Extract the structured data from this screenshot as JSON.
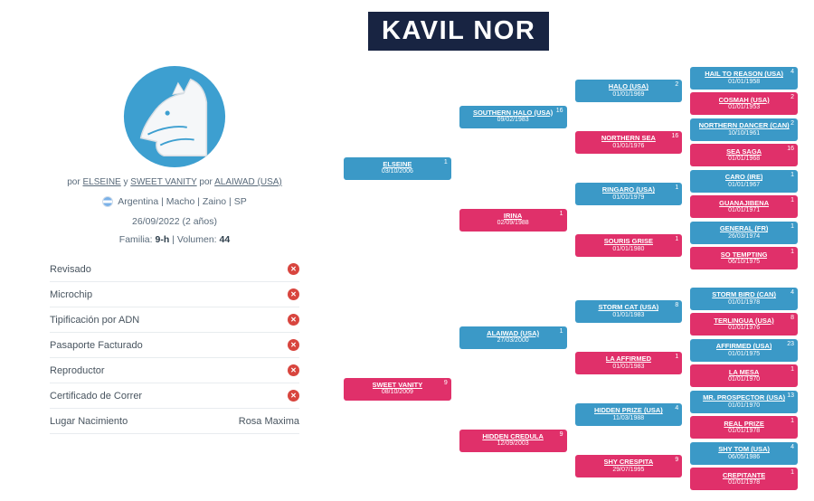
{
  "title": "KAVIL NOR",
  "profile": {
    "parentage": {
      "por1": "por",
      "sire": "ELSEINE",
      "y": "y",
      "dam": "SWEET VANITY",
      "por2": "por",
      "damsire": "ALAIWAD (USA)"
    },
    "origin": "Argentina | Macho | Zaino | SP",
    "birth": "26/09/2022 (2 años)",
    "family_label": "Familia:",
    "family_value": "9-h",
    "divider": "|",
    "volume_label": "Volumen:",
    "volume_value": "44"
  },
  "checklist": [
    {
      "label": "Revisado"
    },
    {
      "label": "Microchip"
    },
    {
      "label": "Tipificación por ADN"
    },
    {
      "label": "Pasaporte Facturado"
    },
    {
      "label": "Reproductor"
    },
    {
      "label": "Certificado de Correr"
    },
    {
      "label": "Lugar Nacimiento",
      "value": "Rosa Maxima"
    }
  ],
  "pedigree": {
    "gen1": [
      {
        "name": "ELSEINE",
        "date": "03/10/2006",
        "num": "1",
        "sex": "m"
      },
      {
        "name": "SWEET VANITY",
        "date": "08/10/2009",
        "num": "9",
        "sex": "f"
      }
    ],
    "gen2": [
      {
        "name": "SOUTHERN HALO (USA)",
        "date": "09/02/1983",
        "num": "16",
        "sex": "m"
      },
      {
        "name": "IRINA",
        "date": "02/09/1988",
        "num": "1",
        "sex": "f"
      },
      {
        "name": "ALAIWAD (USA)",
        "date": "27/03/2000",
        "num": "1",
        "sex": "m"
      },
      {
        "name": "HIDDEN CREDULA",
        "date": "12/09/2003",
        "num": "9",
        "sex": "f"
      }
    ],
    "gen3": [
      {
        "name": "HALO (USA)",
        "date": "01/01/1969",
        "num": "2",
        "sex": "m"
      },
      {
        "name": "NORTHERN SEA",
        "date": "01/01/1976",
        "num": "16",
        "sex": "f"
      },
      {
        "name": "RINGARO (USA)",
        "date": "01/01/1979",
        "num": "1",
        "sex": "m"
      },
      {
        "name": "SOURIS GRISE",
        "date": "01/01/1980",
        "num": "1",
        "sex": "f"
      },
      {
        "name": "STORM CAT (USA)",
        "date": "01/01/1983",
        "num": "8",
        "sex": "m"
      },
      {
        "name": "LA AFFIRMED",
        "date": "01/01/1983",
        "num": "1",
        "sex": "f"
      },
      {
        "name": "HIDDEN PRIZE (USA)",
        "date": "11/03/1988",
        "num": "4",
        "sex": "m"
      },
      {
        "name": "SHY CRESPITA",
        "date": "29/07/1995",
        "num": "9",
        "sex": "f"
      }
    ],
    "gen4": [
      {
        "name": "HAIL TO REASON (USA)",
        "date": "01/01/1958",
        "num": "4",
        "sex": "m"
      },
      {
        "name": "COSMAH (USA)",
        "date": "01/01/1953",
        "num": "2",
        "sex": "f"
      },
      {
        "name": "NORTHERN DANCER (CAN)",
        "date": "10/10/1961",
        "num": "2",
        "sex": "m"
      },
      {
        "name": "SEA SAGA",
        "date": "01/01/1968",
        "num": "16",
        "sex": "f"
      },
      {
        "name": "CARO (IRE)",
        "date": "01/01/1967",
        "num": "1",
        "sex": "m"
      },
      {
        "name": "GUANAJIBENA",
        "date": "01/01/1971",
        "num": "1",
        "sex": "f"
      },
      {
        "name": "GENERAL (FR)",
        "date": "26/03/1974",
        "num": "1",
        "sex": "m"
      },
      {
        "name": "SO TEMPTING",
        "date": "06/10/1975",
        "num": "1",
        "sex": "f"
      },
      {
        "name": "STORM BIRD (CAN)",
        "date": "01/01/1978",
        "num": "4",
        "sex": "m"
      },
      {
        "name": "TERLINGUA (USA)",
        "date": "01/01/1976",
        "num": "8",
        "sex": "f"
      },
      {
        "name": "AFFIRMED (USA)",
        "date": "01/01/1975",
        "num": "23",
        "sex": "m"
      },
      {
        "name": "LA MESA",
        "date": "01/01/1970",
        "num": "1",
        "sex": "f"
      },
      {
        "name": "MR. PROSPECTOR (USA)",
        "date": "01/01/1970",
        "num": "13",
        "sex": "m"
      },
      {
        "name": "REAL PRIZE",
        "date": "01/01/1978",
        "num": "1",
        "sex": "f"
      },
      {
        "name": "SHY TOM (USA)",
        "date": "06/05/1986",
        "num": "4",
        "sex": "m"
      },
      {
        "name": "CREPITANTE",
        "date": "01/01/1978",
        "num": "1",
        "sex": "f"
      }
    ]
  },
  "icons": {
    "status_cross": "✕"
  },
  "colors": {
    "male_box": "#3b99c7",
    "female_box": "#e0306a",
    "banner": "#182442",
    "status_x": "#d8453e"
  }
}
